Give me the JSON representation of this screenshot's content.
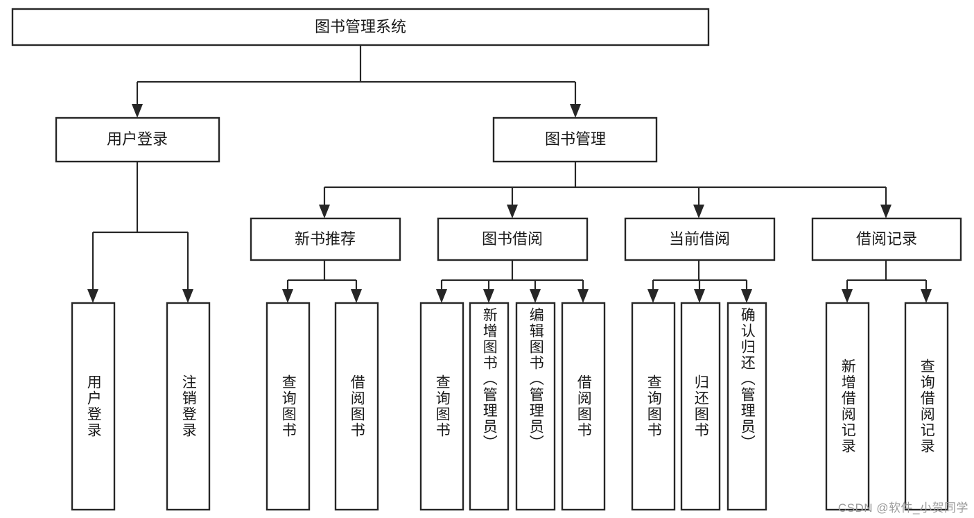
{
  "diagram": {
    "type": "tree",
    "title": "图书管理系统",
    "orientation": "top-down",
    "root": {
      "id": "root",
      "label": "图书管理系统",
      "level": 0
    },
    "level2": [
      {
        "id": "user-login",
        "label": "用户登录",
        "level": 1
      },
      {
        "id": "book-manage",
        "label": "图书管理",
        "level": 1
      }
    ],
    "level3": [
      {
        "id": "new-book-recommend",
        "label": "新书推荐",
        "level": 2,
        "parent": "book-manage"
      },
      {
        "id": "book-borrow",
        "label": "图书借阅",
        "level": 2,
        "parent": "book-manage"
      },
      {
        "id": "current-borrow",
        "label": "当前借阅",
        "level": 2,
        "parent": "book-manage"
      },
      {
        "id": "borrow-record",
        "label": "借阅记录",
        "level": 2,
        "parent": "book-manage"
      }
    ],
    "leaves": [
      {
        "id": "leaf-user-login",
        "label": "用户登录",
        "parent": "user-login"
      },
      {
        "id": "leaf-logout-login",
        "label": "注销登录",
        "parent": "user-login"
      },
      {
        "id": "leaf-query-book-1",
        "label": "查询图书",
        "parent": "new-book-recommend"
      },
      {
        "id": "leaf-borrow-book-1",
        "label": "借阅图书",
        "parent": "new-book-recommend"
      },
      {
        "id": "leaf-query-book-2",
        "label": "查询图书",
        "parent": "book-borrow"
      },
      {
        "id": "leaf-add-book",
        "label": "新增图书（管理员）",
        "parent": "book-borrow"
      },
      {
        "id": "leaf-edit-book",
        "label": "编辑图书（管理员）",
        "parent": "book-borrow"
      },
      {
        "id": "leaf-borrow-book-2",
        "label": "借阅图书",
        "parent": "book-borrow"
      },
      {
        "id": "leaf-query-book-3",
        "label": "查询图书",
        "parent": "current-borrow"
      },
      {
        "id": "leaf-return-book",
        "label": "归还图书",
        "parent": "current-borrow"
      },
      {
        "id": "leaf-confirm-return",
        "label": "确认归还（管理员）",
        "parent": "current-borrow"
      },
      {
        "id": "leaf-add-record",
        "label": "新增借阅记录",
        "parent": "borrow-record"
      },
      {
        "id": "leaf-query-record",
        "label": "查询借阅记录",
        "parent": "borrow-record"
      }
    ],
    "colors": {
      "box_fill": "#ffffff",
      "box_stroke": "#262626",
      "text": "#1a1a1a",
      "connector": "#262626",
      "background": "#ffffff",
      "watermark": "#9a9a9a"
    }
  },
  "watermark": {
    "text": "CSDN @软件_小贺同学"
  }
}
